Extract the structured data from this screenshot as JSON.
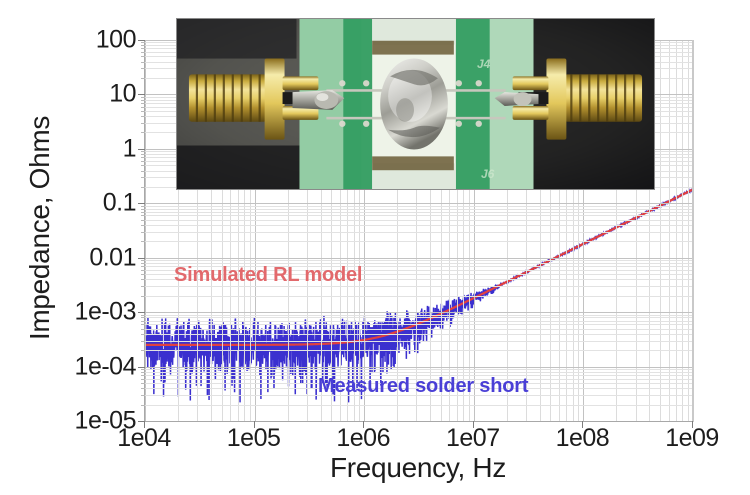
{
  "chart_data": {
    "type": "line",
    "title": "",
    "xlabel": "Frequency, Hz",
    "ylabel": "Impedance, Ohms",
    "xscale": "log",
    "yscale": "log",
    "xlim": [
      10000,
      1000000000
    ],
    "ylim": [
      1e-05,
      100
    ],
    "grid": true,
    "legend": "inline-annotations",
    "xticklabels": [
      "1e04",
      "1e05",
      "1e06",
      "1e07",
      "1e08",
      "1e09"
    ],
    "xtickvalues": [
      10000,
      100000,
      1000000,
      10000000,
      100000000,
      1000000000
    ],
    "yticklabels": [
      "100",
      "10",
      "1",
      "0.1",
      "0.01",
      "1e-03",
      "1e-04",
      "1e-05"
    ],
    "ytickvalues": [
      100,
      10,
      1,
      0.1,
      0.01,
      0.001,
      0.0001,
      1e-05
    ],
    "series": [
      {
        "name": "Simulated RL model",
        "color": "#e2403f",
        "style": "solid",
        "description": "Smooth R-L impedance model: flat resistive floor ~2.5e-04 ohms below 1 MHz, rising +20 dB/decade inductive slope above ~2 MHz reaching ~0.18 ohms at 1e09 Hz",
        "x": [
          10000,
          31600,
          100000,
          316000,
          1000000,
          2000000,
          3160000,
          10000000,
          31600000,
          100000000,
          316000000,
          1000000000
        ],
        "y": [
          0.00025,
          0.00025,
          0.00025,
          0.00026,
          0.00029,
          0.00036,
          0.0005,
          0.0015,
          0.0048,
          0.016,
          0.055,
          0.18
        ]
      },
      {
        "name": "Measured solder short",
        "color": "#2a1ecb",
        "style": "solid-noisy",
        "description": "VNA measurement: noisy floor scattering between 3e-05 and 7e-04 ohms below 1 MHz, converging onto the RL model slope above ~2 MHz, ending ~0.17 ohms at 1e09 Hz",
        "noise_floor_center": 0.00022,
        "noise_floor_range": [
          3e-05,
          0.0007
        ],
        "x": [
          10000,
          31600,
          100000,
          316000,
          1000000,
          2000000,
          3160000,
          10000000,
          31600000,
          100000000,
          316000000,
          1000000000
        ],
        "y": [
          0.00025,
          0.00022,
          0.00018,
          0.00016,
          0.00022,
          0.00036,
          0.0005,
          0.0015,
          0.0047,
          0.016,
          0.054,
          0.17
        ]
      }
    ],
    "annotations": [
      {
        "text": "Simulated RL model",
        "color": "#e2696c",
        "x": 40000,
        "y": 0.0032
      },
      {
        "text": "Measured solder short",
        "color": "#4a3fd6",
        "x": 1400000,
        "y": 4e-05
      }
    ],
    "inset": {
      "name": "photo-of-solder-short-test-board",
      "description": "Photograph of a green PCB test coupon with two gold SMA edge connectors facing each other and a bright solder blob shorting the trace at center",
      "silkscreen_labels": [
        "J4",
        "J6"
      ]
    }
  },
  "axis": {
    "x_title": "Frequency, Hz",
    "y_title": "Impedance, Ohms"
  },
  "xticks": [
    {
      "label": "1e04",
      "value": 10000
    },
    {
      "label": "1e05",
      "value": 100000
    },
    {
      "label": "1e06",
      "value": 1000000
    },
    {
      "label": "1e07",
      "value": 10000000
    },
    {
      "label": "1e08",
      "value": 100000000
    },
    {
      "label": "1e09",
      "value": 1000000000
    }
  ],
  "yticks": [
    {
      "label": "100",
      "value": 100
    },
    {
      "label": "10",
      "value": 10
    },
    {
      "label": "1",
      "value": 1
    },
    {
      "label": "0.1",
      "value": 0.1
    },
    {
      "label": "0.01",
      "value": 0.01
    },
    {
      "label": "1e-03",
      "value": 0.001
    },
    {
      "label": "1e-04",
      "value": 0.0001
    },
    {
      "label": "1e-05",
      "value": 1e-05
    }
  ],
  "annotations": {
    "simulated": "Simulated RL model",
    "measured": "Measured solder short"
  },
  "inset_photo": {
    "label_j4": "J4",
    "label_j6": "J6"
  },
  "colors": {
    "simulated_line": "#e2403f",
    "simulated_text": "#e2696c",
    "measured_line": "#2a1ecb",
    "measured_text": "#4a3fd6",
    "axis": "#a8a8a8",
    "grid_major": "#c2c2c2",
    "grid_minor": "#e2e2e2",
    "text": "#1d1d1d"
  }
}
